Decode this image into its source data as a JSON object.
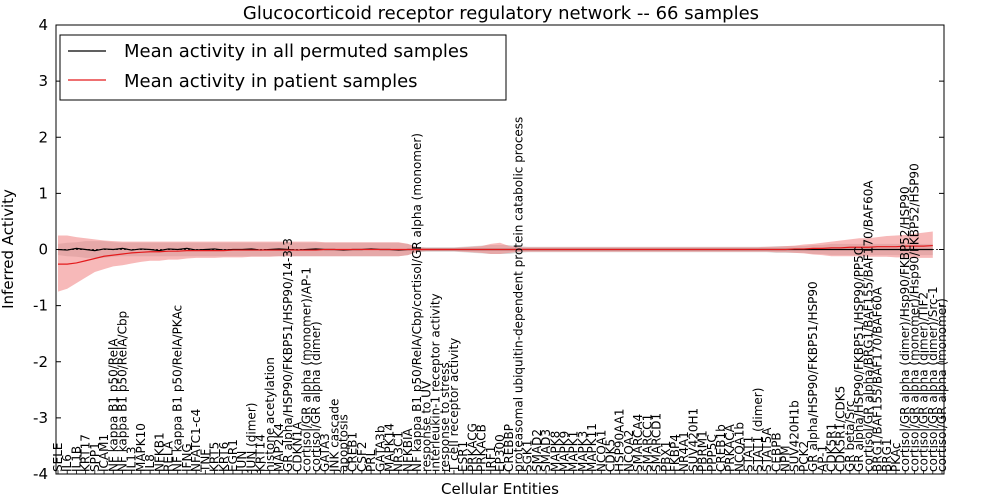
{
  "chart_data": {
    "type": "line",
    "title": "Glucocorticoid receptor regulatory network -- 66 samples",
    "xlabel": "Cellular Entities",
    "ylabel": "Inferred Activity",
    "ylim": [
      -4,
      4
    ],
    "yticks": [
      -4,
      -3,
      -2,
      -1,
      0,
      1,
      2,
      3,
      4
    ],
    "grid": false,
    "legend_position": "top-left",
    "colors": {
      "permuted_line": "#000000",
      "permuted_band": "#bbbbbb",
      "patient_line": "#e31a1c",
      "patient_band": "#f08080",
      "reference_line": "#000000"
    },
    "categories": [
      "SELE",
      "IL6",
      "IL1B",
      "KRT17",
      "SPP1",
      "ICAM1",
      "NF kappa B1 p50/RelA",
      "NF kappa B1 p50/RelA/Cbp",
      "IL13",
      "MAPK10",
      "IL8",
      "NFKB1",
      "RELA",
      "NF kappa B1 p50/RelA/PKAc",
      "IFNG",
      "NFATC1-c4",
      "TNF",
      "KRT5",
      "KRT6",
      "EGR1",
      "JUN",
      "JUN (dimer)",
      "KRT14",
      "histone acetylation",
      "MAP2K4",
      "GR alpha/HSP90/FKBP51/HSP90/14-3-3",
      "CDKN1A",
      "cortisol/GR alpha (monomer)/AP-1",
      "cortisol/GR alpha (dimer)",
      "GATA3",
      "JNK cascade",
      "apoptosis",
      "CREB1",
      "CSF2",
      "PRL",
      "GATA3b",
      "MAPK14",
      "NR3C1",
      "NFKBIA",
      "NF kappa B1 p50/RelA/Cbp/cortisol/GR alpha (monomer)",
      "response to UV",
      "interleukin-1 receptor activity",
      "response to stress",
      "T cell receptor activity",
      "ESR1",
      "PRKACG",
      "PRKACB",
      "IRF1",
      "EP300",
      "CREBBP",
      "proteasomal ubiquitin-dependent protein catabolic process",
      "SGK1",
      "SMAD2",
      "SMAD3",
      "MAPK8",
      "MAPK9",
      "MAPK1",
      "MAPK3",
      "MAPK11",
      "NCOA1",
      "CDK5",
      "HSP90AA1",
      "NCOA2",
      "SMARCA4",
      "SMARCC1",
      "SMARCD1",
      "PBX1",
      "FKBP4",
      "NR4A1",
      "SUV420H1",
      "PBRM1",
      "PPP5C",
      "CREB1b",
      "PRKACA",
      "NCOA1b",
      "STAT1",
      "STAT1 (dimer)",
      "STAT5A",
      "CEBPB",
      "NPM",
      "SUV420H1b",
      "PCK2",
      "GR alpha/HSP90/FKBP51/HSP90",
      "AP-1",
      "CDK5R1",
      "CDK5R1/CDK5",
      "GR beta/Src",
      "GR alpha/HSP90/FKBP51/HSP90/PP5C",
      "cortisol/GR alpha/BRG1/BAF155/BAF170/BAF60A",
      "BRG1/BAF155/BAF170/BAF60A",
      "BRG1",
      "PKAc",
      "cortisol/GR alpha (dimer)/Hsp90/FKBP52/HSP90",
      "cortisol/GR alpha (monomer)/Hsp90/FKBP52/HSP90",
      "cortisol/GR alpha (dimer)/TIF2",
      "cortisol/GR alpha (dimer)/Src-1",
      "cortisol/GR alpha (monomer)"
    ],
    "series": [
      {
        "name": "Mean activity in all permuted samples",
        "values": [
          0.0,
          -0.01,
          0.02,
          0.0,
          -0.02,
          0.01,
          0.0,
          0.02,
          -0.01,
          0.01,
          0.0,
          -0.02,
          0.01,
          0.0,
          0.02,
          -0.01,
          0.0,
          0.01,
          -0.01,
          0.0,
          0.0,
          0.01,
          -0.01,
          0.0,
          0.01,
          0.0,
          -0.01,
          0.0,
          0.01,
          0.0,
          0.0,
          -0.01,
          0.0,
          0.0,
          0.01,
          0.0,
          0.0,
          -0.01,
          0.0,
          0.0,
          0.0,
          0.0,
          0.0,
          0.0,
          0.0,
          0.0,
          0.0,
          0.0,
          0.0,
          0.0,
          0.0,
          0.0,
          0.0,
          0.0,
          0.0,
          0.0,
          0.0,
          0.0,
          0.0,
          0.0,
          0.0,
          0.0,
          0.0,
          0.0,
          0.0,
          0.0,
          0.0,
          0.0,
          0.0,
          0.0,
          0.0,
          0.0,
          0.0,
          0.0,
          0.0,
          0.0,
          0.0,
          0.0,
          0.0,
          0.0,
          0.0,
          0.0,
          0.0,
          0.0,
          0.0,
          0.0,
          0.0,
          0.0,
          0.0,
          0.0,
          0.0,
          0.0,
          0.0,
          0.0,
          0.0,
          0.0
        ],
        "lower": [
          -0.1,
          -0.12,
          -0.13,
          -0.15,
          -0.15,
          -0.15,
          -0.13,
          -0.12,
          -0.12,
          -0.12,
          -0.12,
          -0.12,
          -0.12,
          -0.12,
          -0.12,
          -0.12,
          -0.12,
          -0.12,
          -0.12,
          -0.12,
          -0.12,
          -0.12,
          -0.12,
          -0.12,
          -0.12,
          -0.12,
          -0.12,
          -0.12,
          -0.12,
          -0.12,
          -0.12,
          -0.12,
          -0.12,
          -0.12,
          -0.12,
          -0.12,
          -0.12,
          -0.12,
          -0.1,
          -0.05,
          -0.04,
          -0.04,
          -0.04,
          -0.04,
          -0.05,
          -0.06,
          -0.07,
          -0.08,
          -0.08,
          -0.08,
          -0.06,
          -0.05,
          -0.05,
          -0.05,
          -0.05,
          -0.05,
          -0.05,
          -0.05,
          -0.05,
          -0.05,
          -0.05,
          -0.05,
          -0.05,
          -0.05,
          -0.05,
          -0.05,
          -0.05,
          -0.05,
          -0.05,
          -0.05,
          -0.05,
          -0.05,
          -0.05,
          -0.05,
          -0.05,
          -0.05,
          -0.05,
          -0.05,
          -0.06,
          -0.06,
          -0.06,
          -0.06,
          -0.08,
          -0.08,
          -0.1,
          -0.1,
          -0.1,
          -0.1,
          -0.1,
          -0.1,
          -0.1,
          -0.1,
          -0.1,
          -0.1,
          -0.1,
          -0.1
        ],
        "upper": [
          0.1,
          0.12,
          0.13,
          0.15,
          0.15,
          0.15,
          0.13,
          0.12,
          0.12,
          0.12,
          0.12,
          0.12,
          0.12,
          0.12,
          0.12,
          0.12,
          0.12,
          0.12,
          0.12,
          0.12,
          0.12,
          0.12,
          0.12,
          0.12,
          0.12,
          0.12,
          0.12,
          0.12,
          0.12,
          0.12,
          0.12,
          0.12,
          0.12,
          0.12,
          0.12,
          0.12,
          0.12,
          0.12,
          0.1,
          0.05,
          0.04,
          0.04,
          0.04,
          0.04,
          0.05,
          0.06,
          0.07,
          0.08,
          0.08,
          0.08,
          0.06,
          0.05,
          0.05,
          0.05,
          0.05,
          0.05,
          0.05,
          0.05,
          0.05,
          0.05,
          0.05,
          0.05,
          0.05,
          0.05,
          0.05,
          0.05,
          0.05,
          0.05,
          0.05,
          0.05,
          0.05,
          0.05,
          0.05,
          0.05,
          0.05,
          0.05,
          0.05,
          0.05,
          0.06,
          0.06,
          0.06,
          0.06,
          0.08,
          0.08,
          0.1,
          0.1,
          0.1,
          0.1,
          0.1,
          0.1,
          0.1,
          0.1,
          0.1,
          0.1,
          0.1,
          0.1
        ]
      },
      {
        "name": "Mean activity in patient samples",
        "values": [
          -0.26,
          -0.26,
          -0.24,
          -0.2,
          -0.16,
          -0.12,
          -0.1,
          -0.08,
          -0.06,
          -0.05,
          -0.04,
          -0.04,
          -0.03,
          -0.03,
          -0.02,
          -0.02,
          -0.02,
          -0.02,
          -0.02,
          -0.01,
          -0.01,
          -0.01,
          -0.01,
          -0.01,
          -0.01,
          -0.01,
          -0.01,
          -0.01,
          -0.01,
          0.0,
          0.0,
          0.0,
          0.0,
          0.0,
          0.0,
          0.0,
          0.0,
          0.0,
          0.0,
          0.0,
          0.0,
          0.0,
          0.0,
          0.0,
          0.0,
          0.0,
          0.0,
          0.0,
          0.0,
          0.0,
          0.0,
          0.0,
          0.0,
          0.0,
          0.0,
          0.0,
          0.0,
          0.0,
          0.0,
          0.0,
          0.0,
          0.0,
          0.0,
          0.0,
          0.0,
          0.0,
          0.0,
          0.0,
          0.0,
          0.0,
          0.0,
          0.0,
          0.0,
          0.0,
          0.0,
          0.0,
          0.0,
          0.0,
          0.0,
          0.0,
          0.01,
          0.01,
          0.02,
          0.02,
          0.03,
          0.03,
          0.04,
          0.04,
          0.04,
          0.05,
          0.05,
          0.05,
          0.06,
          0.06,
          0.06,
          0.07
        ],
        "lower": [
          -0.75,
          -0.7,
          -0.6,
          -0.5,
          -0.4,
          -0.35,
          -0.3,
          -0.28,
          -0.25,
          -0.22,
          -0.2,
          -0.2,
          -0.18,
          -0.18,
          -0.16,
          -0.15,
          -0.15,
          -0.15,
          -0.14,
          -0.14,
          -0.14,
          -0.13,
          -0.13,
          -0.13,
          -0.12,
          -0.12,
          -0.12,
          -0.12,
          -0.12,
          -0.12,
          -0.12,
          -0.12,
          -0.12,
          -0.12,
          -0.12,
          -0.12,
          -0.12,
          -0.12,
          -0.1,
          -0.04,
          -0.03,
          -0.03,
          -0.03,
          -0.03,
          -0.04,
          -0.05,
          -0.06,
          -0.08,
          -0.08,
          -0.06,
          -0.04,
          -0.04,
          -0.04,
          -0.04,
          -0.04,
          -0.04,
          -0.04,
          -0.04,
          -0.04,
          -0.04,
          -0.04,
          -0.04,
          -0.04,
          -0.04,
          -0.04,
          -0.04,
          -0.04,
          -0.04,
          -0.04,
          -0.04,
          -0.04,
          -0.04,
          -0.04,
          -0.04,
          -0.04,
          -0.04,
          -0.04,
          -0.04,
          -0.05,
          -0.05,
          -0.06,
          -0.07,
          -0.09,
          -0.1,
          -0.12,
          -0.12,
          -0.12,
          -0.12,
          -0.13,
          -0.13,
          -0.13,
          -0.14,
          -0.14,
          -0.15,
          -0.15,
          -0.15
        ],
        "upper": [
          0.25,
          0.25,
          0.22,
          0.2,
          0.18,
          0.16,
          0.15,
          0.14,
          0.14,
          0.14,
          0.14,
          0.14,
          0.14,
          0.14,
          0.14,
          0.14,
          0.14,
          0.14,
          0.14,
          0.14,
          0.14,
          0.14,
          0.14,
          0.14,
          0.14,
          0.14,
          0.14,
          0.14,
          0.14,
          0.13,
          0.13,
          0.13,
          0.13,
          0.13,
          0.13,
          0.13,
          0.13,
          0.13,
          0.1,
          0.04,
          0.03,
          0.03,
          0.03,
          0.03,
          0.04,
          0.05,
          0.06,
          0.1,
          0.12,
          0.06,
          0.04,
          0.04,
          0.04,
          0.04,
          0.04,
          0.04,
          0.04,
          0.04,
          0.04,
          0.04,
          0.04,
          0.04,
          0.04,
          0.04,
          0.04,
          0.04,
          0.04,
          0.04,
          0.04,
          0.04,
          0.04,
          0.04,
          0.04,
          0.04,
          0.04,
          0.04,
          0.04,
          0.05,
          0.05,
          0.06,
          0.07,
          0.09,
          0.1,
          0.12,
          0.14,
          0.16,
          0.18,
          0.2,
          0.2,
          0.22,
          0.24,
          0.25,
          0.26,
          0.28,
          0.3,
          0.32
        ]
      }
    ]
  }
}
